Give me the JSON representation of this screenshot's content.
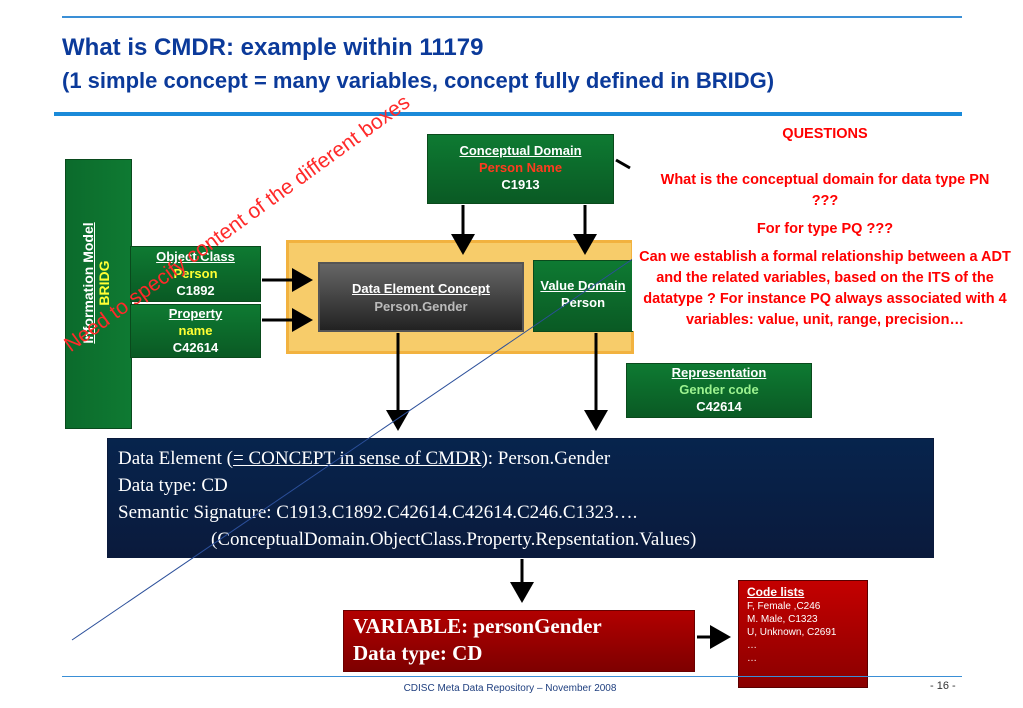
{
  "title": "What is CMDR: example within 11179",
  "subtitle": "(1 simple concept = many variables, concept fully defined in BRIDG)",
  "information_model": {
    "label": "Information Model",
    "sublabel": "BRIDG"
  },
  "object_class": {
    "title": "Object Class",
    "name": "Person",
    "code": "C1892"
  },
  "property": {
    "title": "Property",
    "name": "name",
    "code": "C42614"
  },
  "conceptual_domain": {
    "title": "Conceptual Domain",
    "name": "Person Name",
    "code": "C1913"
  },
  "data_element_concept": {
    "title": "Data Element Concept",
    "name": "Person.Gender"
  },
  "value_domain": {
    "title": "Value Domain",
    "name": "Person"
  },
  "representation": {
    "title": "Representation",
    "name": "Gender code",
    "code": "C42614"
  },
  "diagonal_note": "Need to specify content of the different boxes",
  "questions": {
    "heading": "QUESTIONS",
    "q1": "What is the conceptual domain for data type PN ???",
    "q2": "For for type PQ ???",
    "q3": "Can we establish a formal relationship between a ADT and the related variables, based on the ITS of the datatype ? For instance PQ always associated with 4 variables: value, unit, range, precision…"
  },
  "data_element": {
    "prefix": "Data Element (",
    "concept_link": "= CONCEPT in sense of CMDR",
    "suffix": "): Person.Gender",
    "data_type": "Data type: CD",
    "semantic_signature": "Semantic Signature: C1913.C1892.C42614.C42614.C246.C1323….",
    "signature_legend": "(ConceptualDomain.ObjectClass.Property.Repsentation.Values)"
  },
  "variable": {
    "line1": "VARIABLE: personGender",
    "line2": "Data type: CD"
  },
  "code_lists": {
    "title": "Code lists",
    "items": [
      "F, Female ,C246",
      "M. Male, C1323",
      "U, Unknown, C2691",
      "…",
      "…"
    ]
  },
  "footer": "CDISC Meta Data Repository – November 2008",
  "page_number": "- 16 -",
  "colors": {
    "title_blue": "#0b3a9a",
    "green_box": "#0e7a32",
    "navy_box": "#07244d",
    "red_box": "#b20000",
    "question_red": "#ff0000",
    "frame_orange": "#f7cc6a"
  }
}
